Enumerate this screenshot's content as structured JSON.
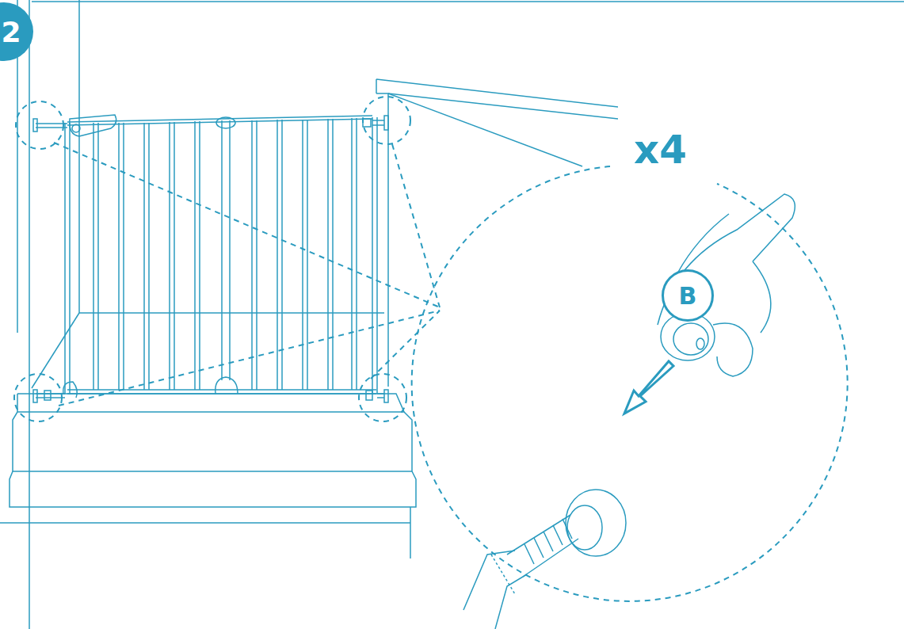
{
  "diagram": {
    "nodes": [
      {
        "text": [
          "2"
        ]
      },
      {
        "text": [
          "B"
        ]
      }
    ],
    "labels": [
      "x4"
    ]
  }
}
